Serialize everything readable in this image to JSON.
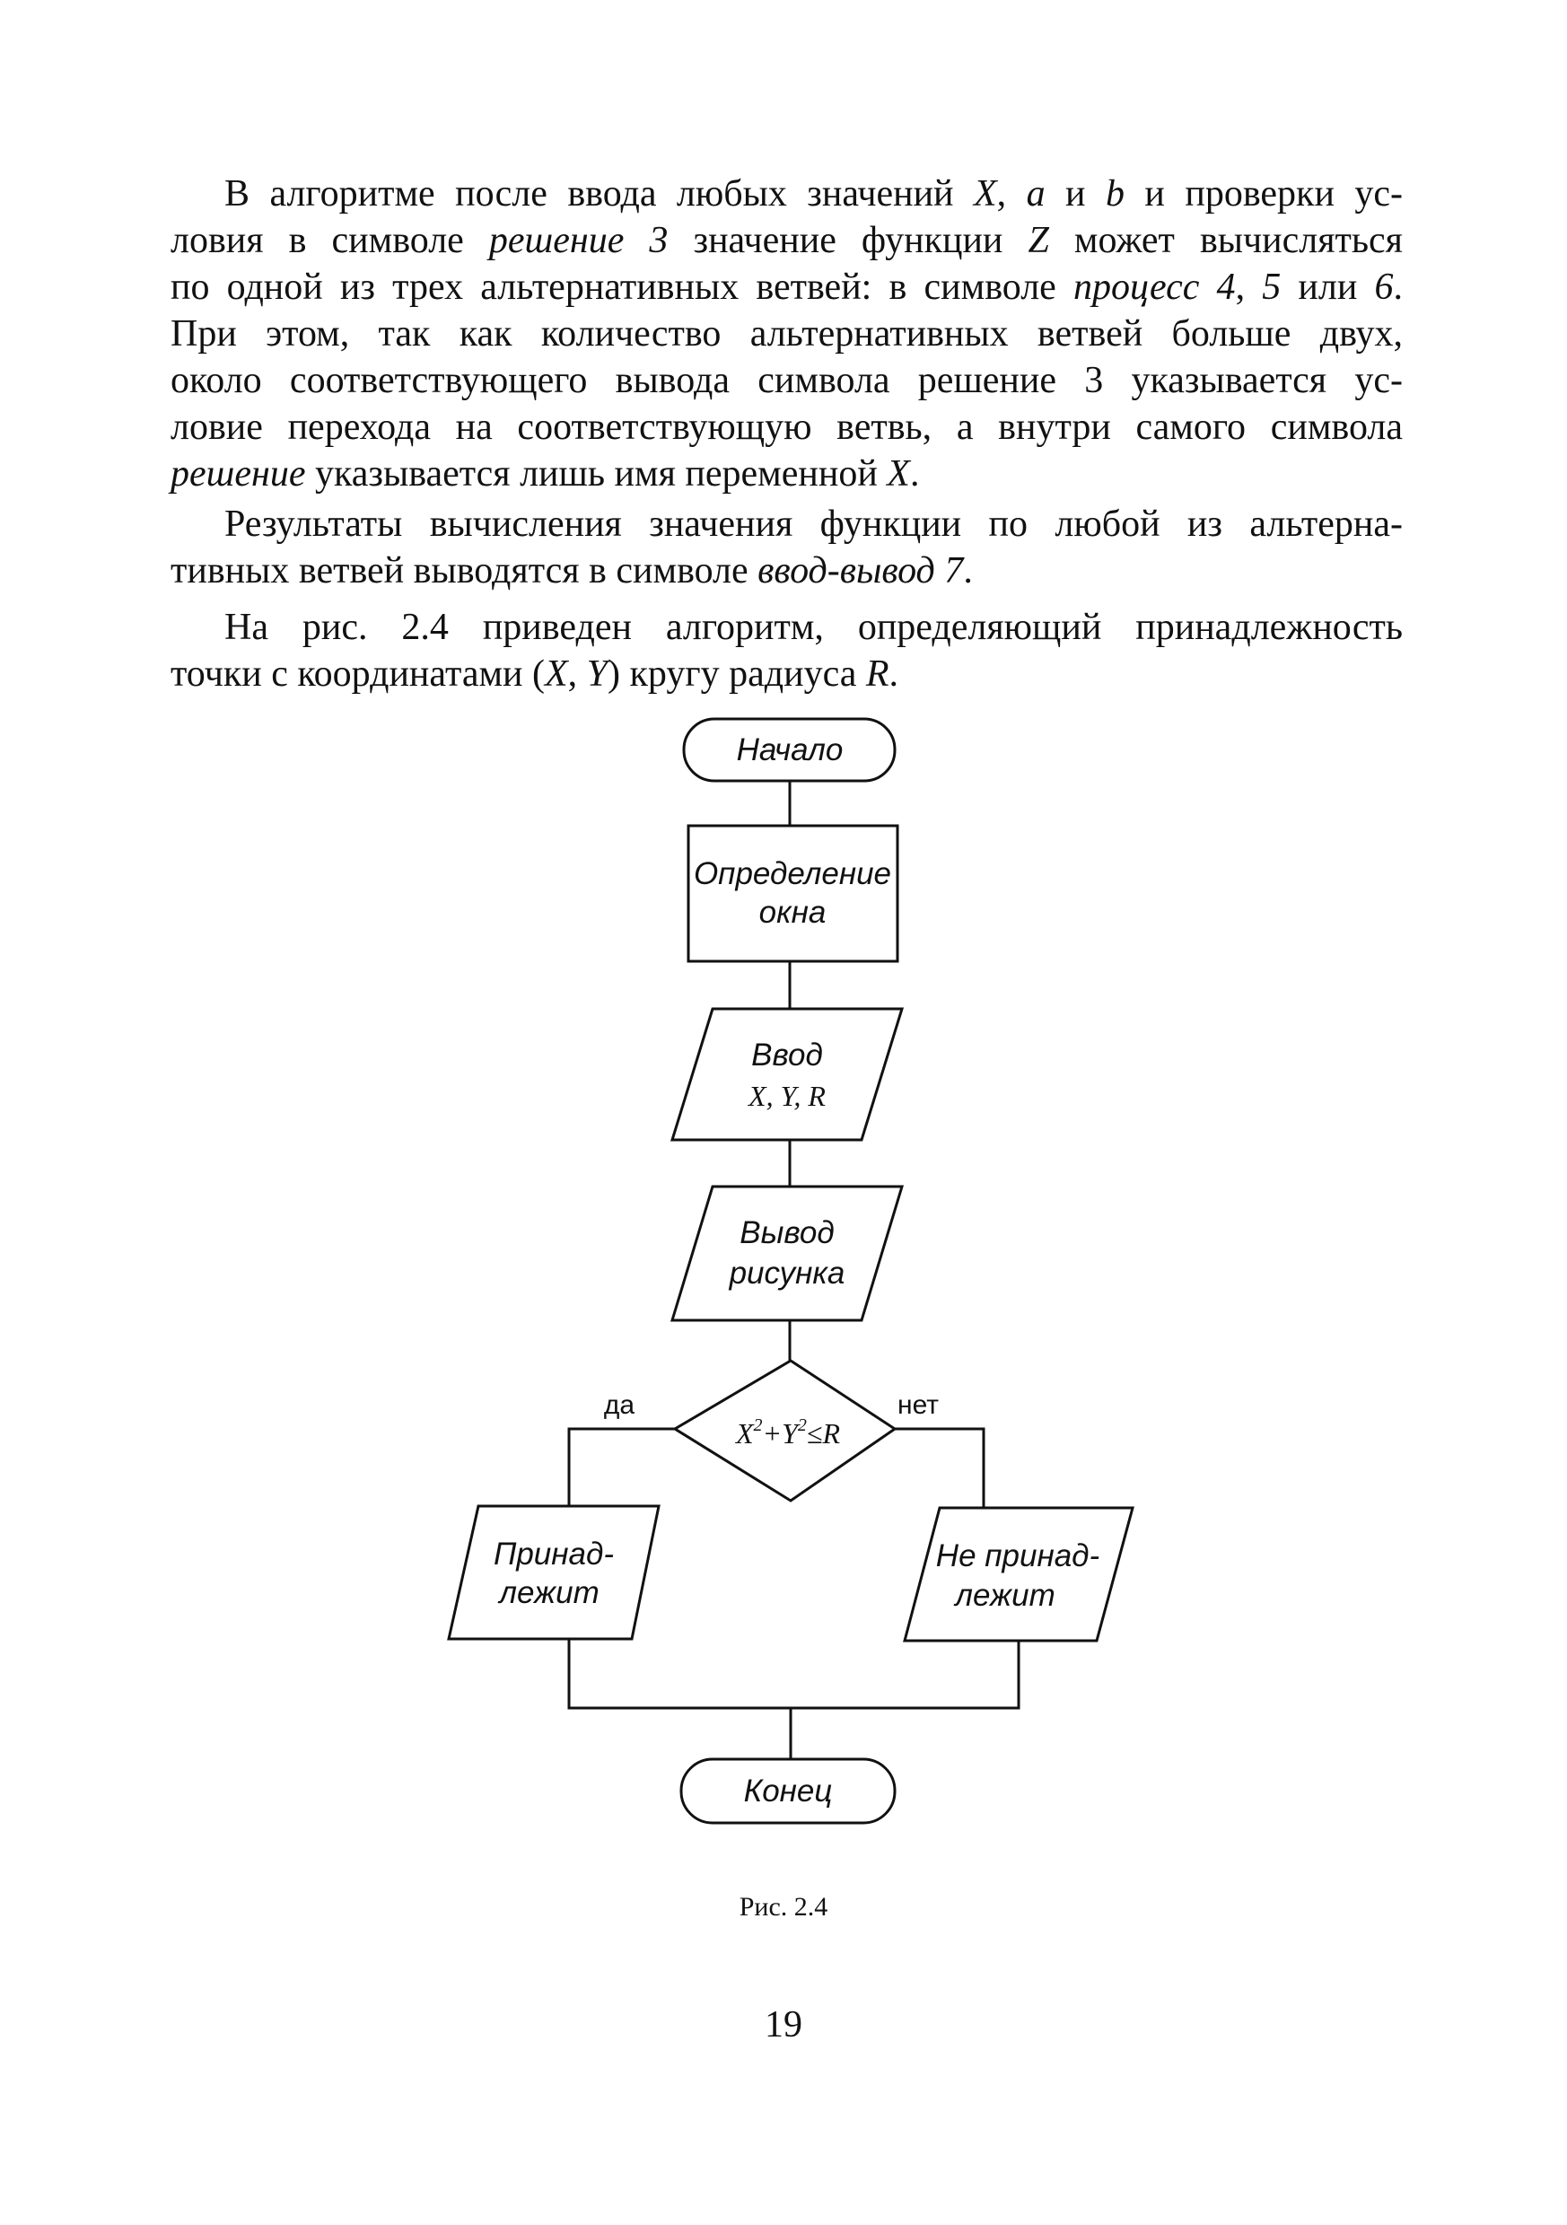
{
  "text": {
    "paragraphs": [
      {
        "lines": [
          [
            {
              "t": "В алгоритме после ввода любых значений "
            },
            {
              "t": "X",
              "i": true
            },
            {
              "t": ", "
            },
            {
              "t": "a",
              "i": true
            },
            {
              "t": " и "
            },
            {
              "t": "b",
              "i": true
            },
            {
              "t": " и проверки ус-"
            }
          ],
          [
            {
              "t": "ловия в символе "
            },
            {
              "t": "решение 3",
              "i": true
            },
            {
              "t": " значение функции "
            },
            {
              "t": "Z",
              "i": true
            },
            {
              "t": " может вычисляться"
            }
          ],
          [
            {
              "t": "по одной из трех альтернативных ветвей: в символе "
            },
            {
              "t": "процесс 4",
              "i": true
            },
            {
              "t": ", "
            },
            {
              "t": "5",
              "i": true
            },
            {
              "t": " или "
            },
            {
              "t": "6",
              "i": true
            },
            {
              "t": "."
            }
          ],
          [
            {
              "t": "При этом, так как количество альтернативных ветвей больше двух,"
            }
          ],
          [
            {
              "t": "около соответствующего вывода символа решение 3 указывается ус-"
            }
          ],
          [
            {
              "t": "ловие перехода на соответствующую ветвь, а внутри самого символа"
            }
          ],
          [
            {
              "t": "решение",
              "i": true
            },
            {
              "t": " указывается лишь имя переменной "
            },
            {
              "t": "X",
              "i": true
            },
            {
              "t": "."
            }
          ]
        ]
      },
      {
        "lines": [
          [
            {
              "t": "Результаты вычисления значения функции по любой из альтерна-"
            }
          ],
          [
            {
              "t": "тивных ветвей выводятся в символе "
            },
            {
              "t": "ввод-вывод 7",
              "i": true
            },
            {
              "t": "."
            }
          ]
        ]
      },
      {
        "lines": [
          [
            {
              "t": "На рис. 2.4 приведен алгоритм, определяющий принадлежность"
            }
          ],
          [
            {
              "t": "точки с координатами ("
            },
            {
              "t": "X",
              "i": true
            },
            {
              "t": ", "
            },
            {
              "t": "Y",
              "i": true
            },
            {
              "t": ") кругу радиуса "
            },
            {
              "t": "R",
              "i": true
            },
            {
              "t": "."
            }
          ]
        ]
      }
    ]
  },
  "flowchart": {
    "start": "Начало",
    "process": [
      "Определение",
      "окна"
    ],
    "input": {
      "label": "Ввод",
      "vars": "X, Y, R"
    },
    "output": [
      "Вывод",
      "рисунка"
    ],
    "decision": {
      "x": "X",
      "y": "Y",
      "exp": "2",
      "rest": "≤R"
    },
    "yes_label": "да",
    "no_label": "нет",
    "yes_branch": [
      "Принад-",
      "лежит"
    ],
    "no_branch": [
      "Не принад-",
      "лежит"
    ],
    "end": "Конец"
  },
  "caption": "Рис. 2.4",
  "page_number": "19"
}
